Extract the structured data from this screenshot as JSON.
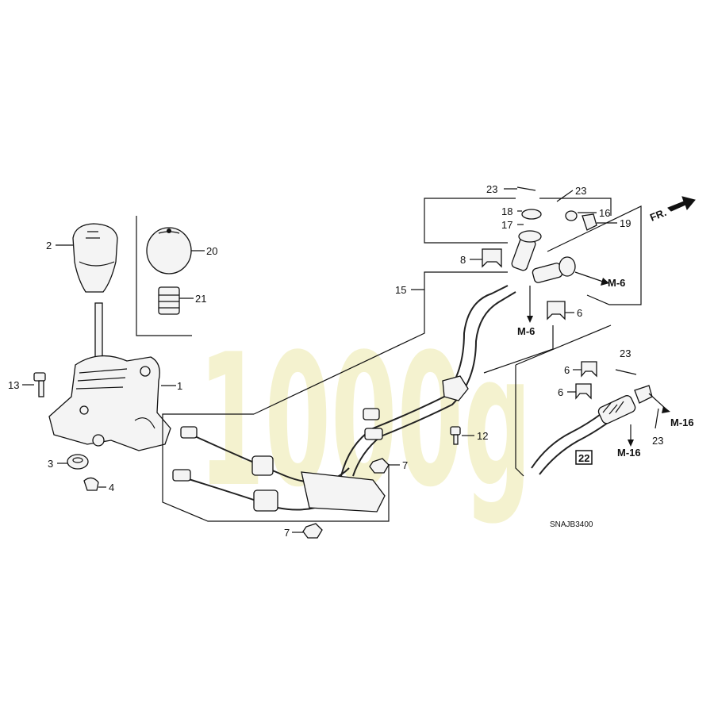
{
  "diagram": {
    "part_labels": {
      "p1": "1",
      "p2": "2",
      "p3": "3",
      "p4": "4",
      "p6a": "6",
      "p6b": "6",
      "p6c": "6",
      "p7a": "7",
      "p7b": "7",
      "p8": "8",
      "p12": "12",
      "p13": "13",
      "p15": "15",
      "p16": "16",
      "p17": "17",
      "p18": "18",
      "p19": "19",
      "p20": "20",
      "p21": "21",
      "p22": "22",
      "p23a": "23",
      "p23b": "23",
      "p23c": "23",
      "p23d": "23"
    },
    "references": {
      "m6a": "M-6",
      "m6b": "M-6",
      "m16a": "M-16",
      "m16b": "M-16"
    },
    "direction_label": "FR.",
    "diagram_code": "SNAJB3400",
    "watermark": "1000g"
  }
}
